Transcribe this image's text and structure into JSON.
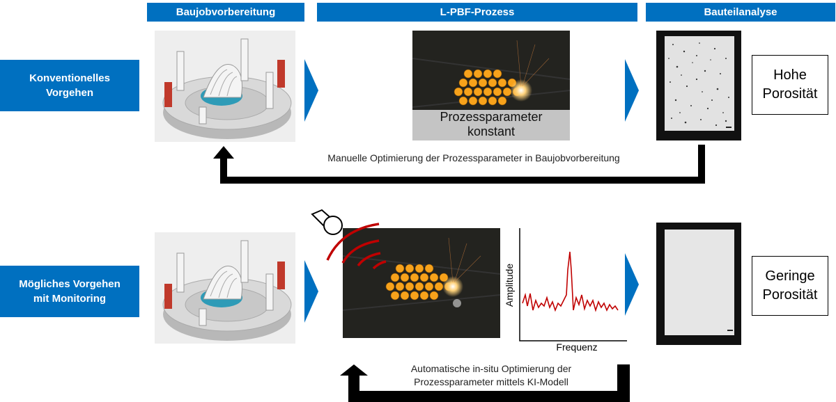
{
  "headers": {
    "col1": "Baujobvorbereitung",
    "col2": "L-PBF-Prozess",
    "col3": "Bauteilanalyse"
  },
  "rows": {
    "conventional": {
      "label_line1": "Konventionelles",
      "label_line2": "Vorgehen",
      "overlay_line1": "Prozessparameter",
      "overlay_line2": "konstant",
      "result_line1": "Hohe",
      "result_line2": "Porosität",
      "feedback": "Manuelle Optimierung der Prozessparameter in Baujobvorbereitung"
    },
    "monitoring": {
      "label_line1": "Mögliches Vorgehen",
      "label_line2": "mit Monitoring",
      "result_line1": "Geringe",
      "result_line2": "Porosität",
      "feedback_line1": "Automatische in-situ Optimierung der",
      "feedback_line2": "Prozessparameter mittels KI-Modell"
    }
  },
  "spectrum": {
    "ylabel": "Amplitude",
    "xlabel": "Frequenz"
  },
  "colors": {
    "brand_blue": "#0070c0",
    "melt_orange": "#f7a21b",
    "signal_red": "#c00000",
    "arrow_black": "#000000"
  }
}
